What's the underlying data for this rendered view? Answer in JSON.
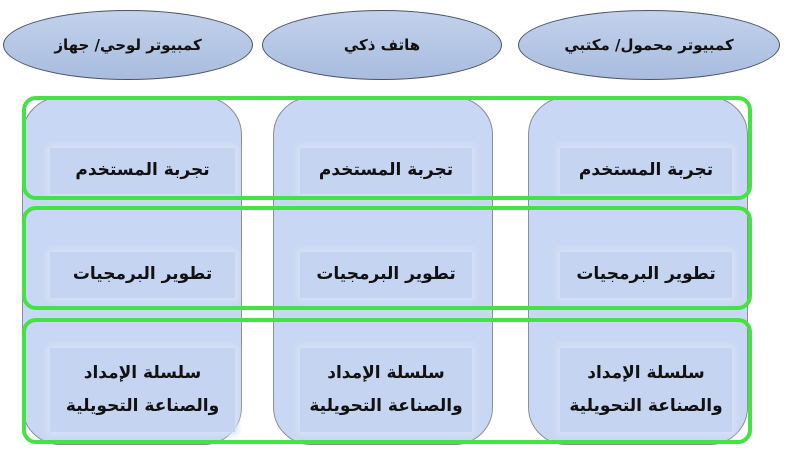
{
  "devices": {
    "laptop": "كمبيوتر محمول/ مكتبي",
    "phone": "هاتف ذكي",
    "tablet": "كمبيوتر لوحي/ جهاز"
  },
  "layers": {
    "user_experience": "تجربة المستخدم",
    "software_development": "تطوير البرمجيات",
    "supply_chain_line1": "سلسلة الإمداد",
    "supply_chain_line2": "والصناعة التحويلية"
  },
  "colors": {
    "ellipse_fill": "#b3c4e6",
    "column_fill": "#c8d7f3",
    "band_border": "#44e244"
  }
}
